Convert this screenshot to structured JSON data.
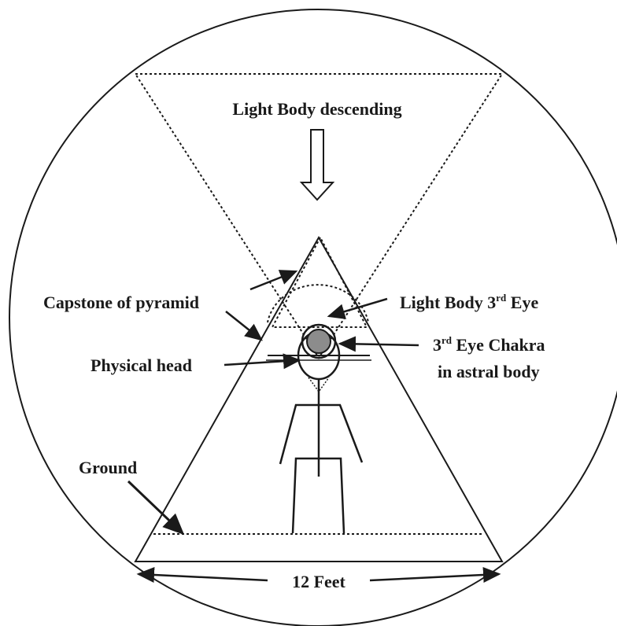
{
  "diagram": {
    "title": "Light Body descending",
    "labels": {
      "capstone": "Capstone of pyramid",
      "light_body_eye": "Light Body 3",
      "light_body_eye_sup": "rd",
      "light_body_eye_tail": " Eye",
      "chakra_line1_pre": "3",
      "chakra_line1_sup": "rd",
      "chakra_line1_tail": " Eye Chakra",
      "chakra_line2": "in astral body",
      "physical_head": "Physical head",
      "ground": "Ground",
      "width": "12 Feet"
    },
    "colors": {
      "line": "#1a1a1a",
      "chakra_fill": "#8c8c8c",
      "background": "#ffffff"
    }
  }
}
